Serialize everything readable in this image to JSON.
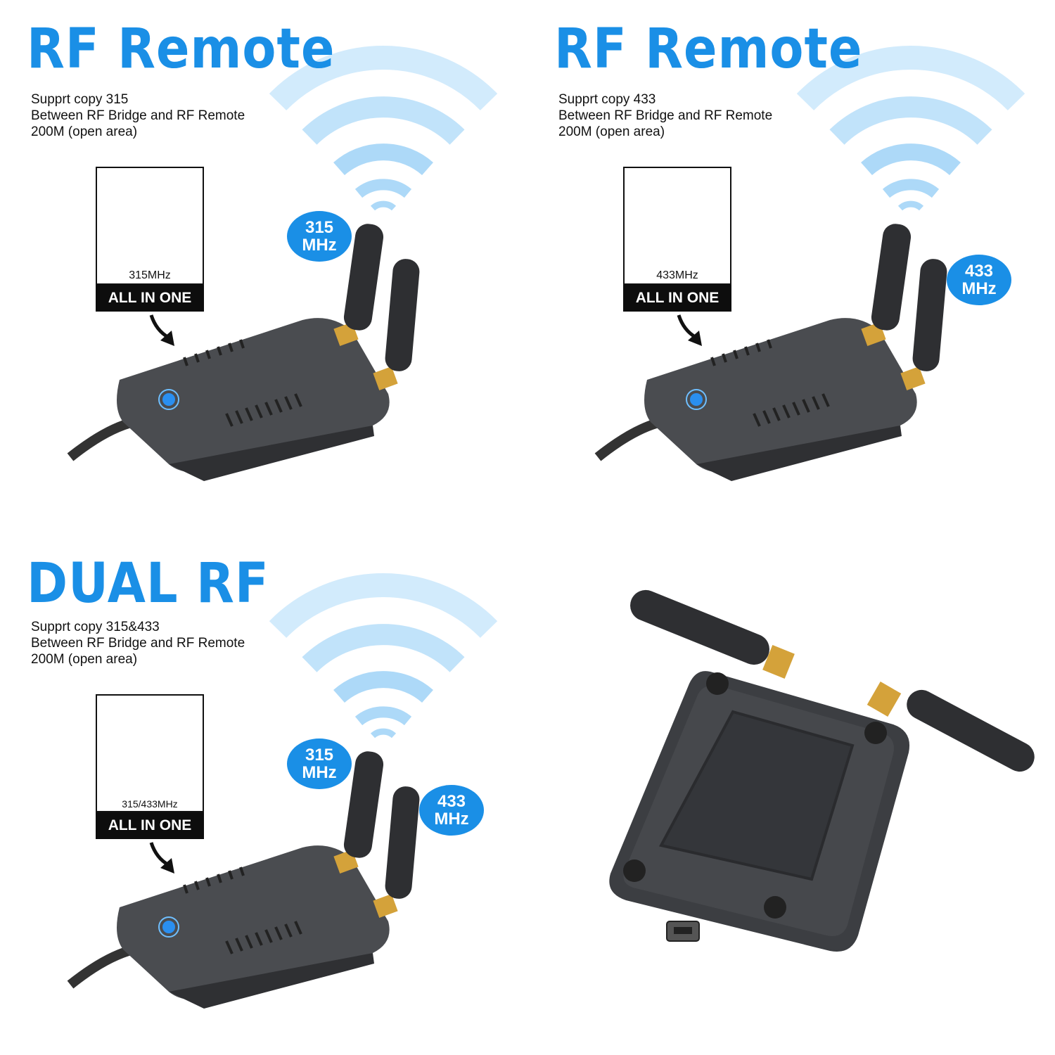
{
  "panels": [
    {
      "title": "RF Remote",
      "lines": [
        "Supprt copy 315",
        "Between RF Bridge and RF Remote",
        "200M (open area)"
      ],
      "box_freq": "315MHz",
      "badge": "ALL IN ONE",
      "bubbles": [
        {
          "top": "315",
          "bottom": "MHz"
        }
      ]
    },
    {
      "title": "RF Remote",
      "lines": [
        "Supprt copy 433",
        "Between RF Bridge and RF Remote",
        "200M (open area)"
      ],
      "box_freq": "433MHz",
      "badge": "ALL IN ONE",
      "bubbles": [
        {
          "top": "433",
          "bottom": "MHz"
        }
      ]
    },
    {
      "title": "DUAL RF",
      "lines": [
        "Supprt copy 315&433",
        "Between RF Bridge and RF Remote",
        "200M (open area)"
      ],
      "box_freq": "315/433MHz",
      "badge": "ALL IN ONE",
      "bubbles": [
        {
          "top": "315",
          "bottom": "MHz"
        },
        {
          "top": "433",
          "bottom": "MHz"
        }
      ]
    }
  ],
  "colors": {
    "accent": "#1a8fe6",
    "wifi": "#9fd3f7",
    "device": "#4a4c50",
    "antenna": "#2e2f32",
    "connector": "#d4a23a"
  },
  "icons": [
    "wifi-signal-icon",
    "arrow-down-icon",
    "rf-bridge-device",
    "remote-controls-image"
  ]
}
